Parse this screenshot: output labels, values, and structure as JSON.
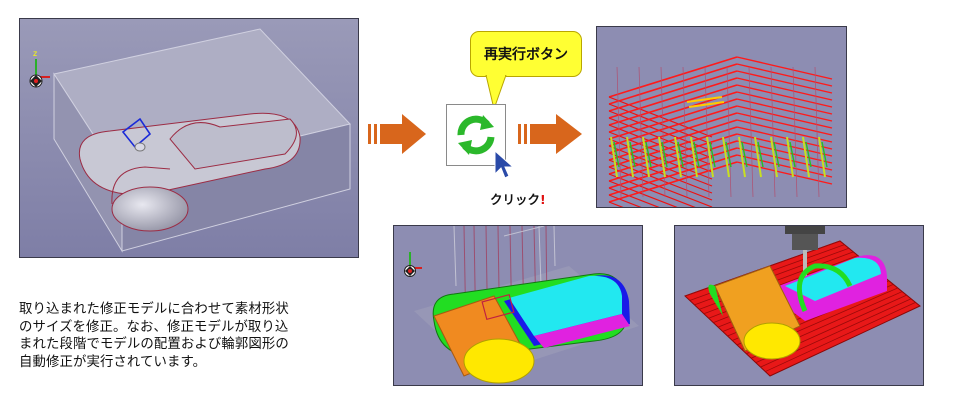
{
  "description": "取り込まれた修正モデルに合わせて素材形状\nのサイズを修正。なお、修正モデルが取り込\nまれた段階でモデルの配置および輪郭図形の\n自動修正が実行されています。",
  "rerun_callout": "再実行ボタン",
  "click_label": "クリック",
  "click_exclaim": "!",
  "axis_labels": {
    "z": "z"
  },
  "colors": {
    "viewport_bg": "#8d8db2",
    "arrow": "#d8661c",
    "toolpath_red": "#ff1a1a",
    "callout_yellow": "#ffff33",
    "refresh_green": "#2bb82b"
  },
  "icons": [
    "refresh-icon",
    "mouse-cursor-icon",
    "axis-triad-icon"
  ]
}
